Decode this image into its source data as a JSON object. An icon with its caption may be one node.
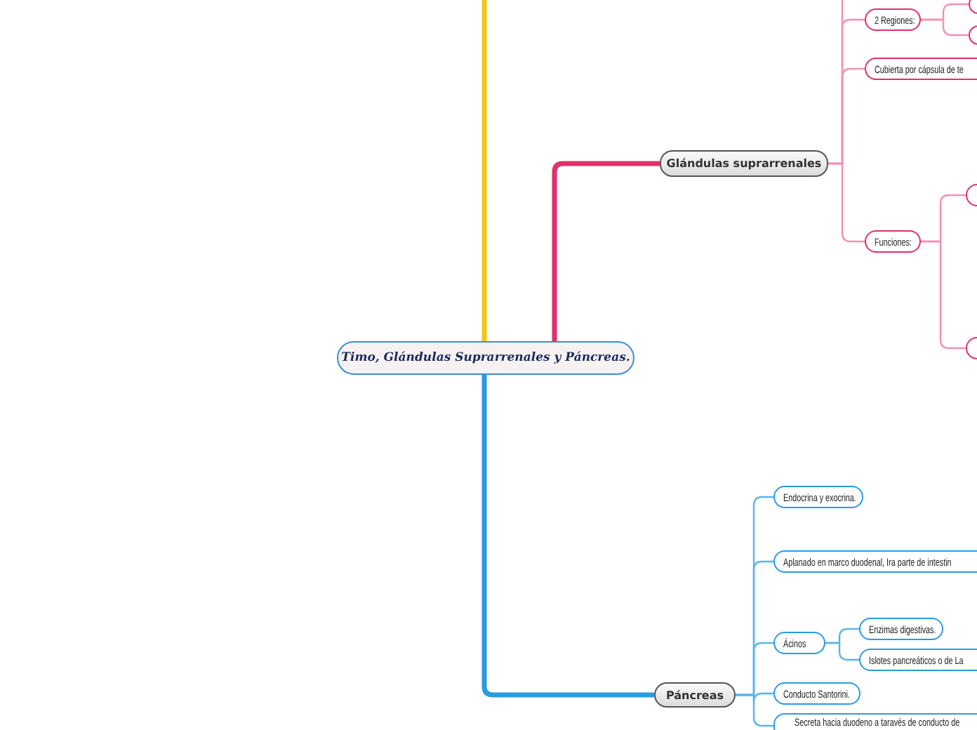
{
  "diagram": {
    "nodes": [
      {
        "text": [
          "Timo, Glándulas Suprarrenales y Páncreas."
        ]
      },
      {
        "text": [
          "Glándulas suprarrenales"
        ]
      },
      {
        "text": [
          "2 Regiones:"
        ]
      },
      {
        "text": [],
        "shape": "box"
      },
      {
        "text": [],
        "shape": "box"
      },
      {
        "text": [
          "Cubierta por cápsula de te"
        ]
      },
      {
        "text": [
          "Funciones:"
        ]
      },
      {
        "text": [],
        "shape": "box"
      },
      {
        "text": [],
        "shape": "box"
      },
      {
        "text": [
          "Páncreas"
        ]
      },
      {
        "text": [
          "Endocrina y exocrina."
        ]
      },
      {
        "text": [
          "Aplanado en marco duodenal, Ira parte de intestin"
        ]
      },
      {
        "text": [
          "Ácinos"
        ]
      },
      {
        "text": [
          "Enzimas digestivas."
        ]
      },
      {
        "text": [
          "Islotes pancreáticos o de La"
        ]
      },
      {
        "text": [
          "Conducto Santorini."
        ]
      },
      {
        "text": [
          "Secreta hacia duodeno a taravés de conducto de"
        ]
      }
    ],
    "edges": [
      {
        "from": 0,
        "to": null,
        "arrow": "none",
        "color": "#f5c518",
        "style": "thick"
      },
      {
        "from": 0,
        "to": 1,
        "arrow": "none",
        "color": "#e0306a",
        "style": "thick"
      },
      {
        "from": 0,
        "to": 9,
        "arrow": "none",
        "color": "#2a9be0",
        "style": "thick"
      },
      {
        "from": 1,
        "to": null,
        "arrow": "none",
        "color": "#f48fb1"
      },
      {
        "from": 1,
        "to": 2,
        "arrow": "none",
        "color": "#f48fb1"
      },
      {
        "from": 1,
        "to": 5,
        "arrow": "none",
        "color": "#f48fb1"
      },
      {
        "from": 1,
        "to": 6,
        "arrow": "none",
        "color": "#f48fb1"
      },
      {
        "from": 2,
        "to": 3,
        "arrow": "none",
        "color": "#f48fb1"
      },
      {
        "from": 2,
        "to": 4,
        "arrow": "none",
        "color": "#f48fb1"
      },
      {
        "from": 6,
        "to": 7,
        "arrow": "none",
        "color": "#f48fb1"
      },
      {
        "from": 6,
        "to": 8,
        "arrow": "none",
        "color": "#f48fb1"
      },
      {
        "from": 9,
        "to": 10,
        "arrow": "none",
        "color": "#5ab4ec"
      },
      {
        "from": 9,
        "to": 11,
        "arrow": "none",
        "color": "#5ab4ec"
      },
      {
        "from": 9,
        "to": 12,
        "arrow": "none",
        "color": "#5ab4ec"
      },
      {
        "from": 9,
        "to": 15,
        "arrow": "none",
        "color": "#5ab4ec"
      },
      {
        "from": 9,
        "to": 16,
        "arrow": "none",
        "color": "#5ab4ec"
      },
      {
        "from": 12,
        "to": 13,
        "arrow": "none",
        "color": "#5ab4ec"
      },
      {
        "from": 12,
        "to": 14,
        "arrow": "none",
        "color": "#5ab4ec"
      }
    ]
  }
}
